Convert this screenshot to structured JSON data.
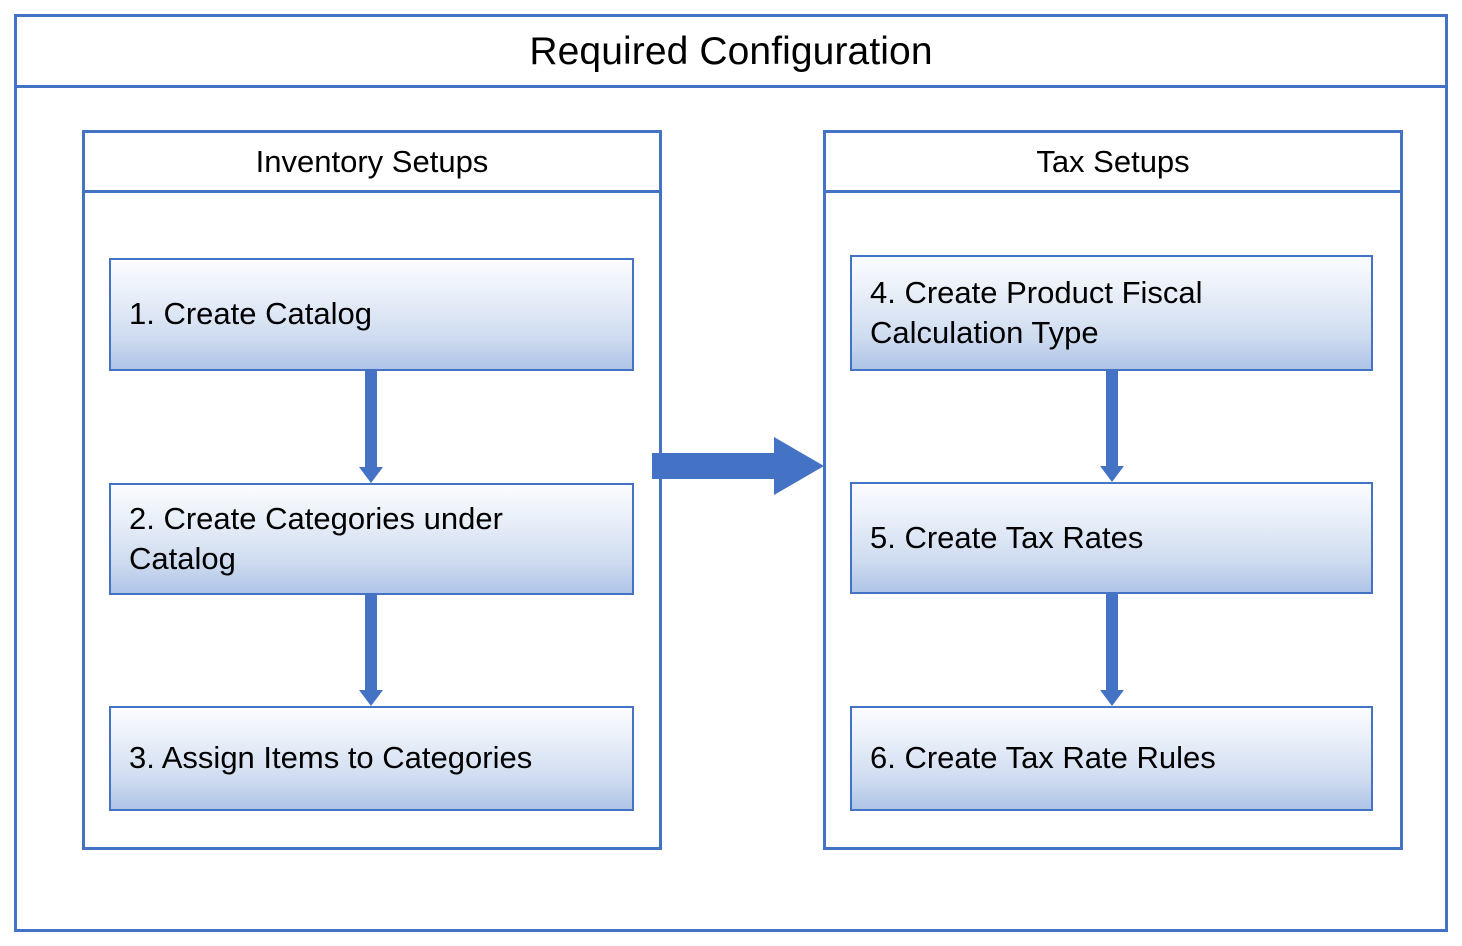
{
  "diagram": {
    "title": "Required Configuration",
    "accent_color": "#4472C4",
    "box_fill_top": "#FBFCFE",
    "box_fill_bottom": "#AFC4E7",
    "text_color": "#000000",
    "groups": [
      {
        "id": "inventory-setups",
        "title": "Inventory Setups",
        "steps": [
          {
            "number": "1",
            "label": "1. Create Catalog"
          },
          {
            "number": "2",
            "label": "2. Create Categories under\n     Catalog"
          },
          {
            "number": "3",
            "label": "3. Assign Items to Categories"
          }
        ]
      },
      {
        "id": "tax-setups",
        "title": "Tax Setups",
        "steps": [
          {
            "number": "4",
            "label": "4. Create Product Fiscal\n     Calculation Type"
          },
          {
            "number": "5",
            "label": "5. Create Tax Rates"
          },
          {
            "number": "6",
            "label": "6. Create Tax Rate Rules"
          }
        ]
      }
    ],
    "connectors": [
      {
        "id": "arrow-step1-to-step2",
        "direction": "down",
        "from": "1. Create Catalog",
        "to": "2. Create Categories under Catalog"
      },
      {
        "id": "arrow-step2-to-step3",
        "direction": "down",
        "from": "2. Create Categories under Catalog",
        "to": "3. Assign Items to Categories"
      },
      {
        "id": "arrow-inventory-to-tax",
        "direction": "right",
        "from": "Inventory Setups",
        "to": "Tax Setups"
      },
      {
        "id": "arrow-step4-to-step5",
        "direction": "down",
        "from": "4. Create Product Fiscal Calculation Type",
        "to": "5. Create Tax Rates"
      },
      {
        "id": "arrow-step5-to-step6",
        "direction": "down",
        "from": "5. Create Tax Rates",
        "to": "6. Create Tax Rate Rules"
      }
    ]
  }
}
